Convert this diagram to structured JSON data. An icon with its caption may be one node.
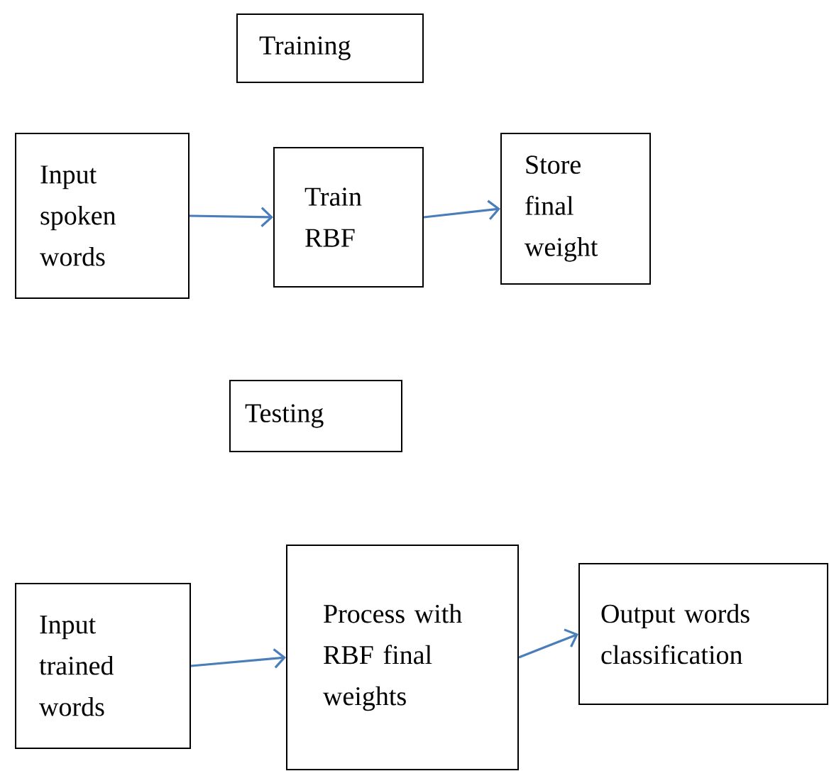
{
  "diagram": {
    "nodes": [
      {
        "text": [
          "Training"
        ]
      },
      {
        "text": [
          "Input spoken words"
        ]
      },
      {
        "text": [
          "Train RBF"
        ]
      },
      {
        "text": [
          "Store final weight"
        ]
      },
      {
        "text": [
          "Testing"
        ]
      },
      {
        "text": [
          "Input trained words"
        ]
      },
      {
        "text": [
          "Process with RBF final weights"
        ]
      },
      {
        "text": [
          "Output words classification"
        ]
      }
    ],
    "edges": [
      {
        "from": 1,
        "to": 2,
        "arrow": "to"
      },
      {
        "from": 2,
        "to": 3,
        "arrow": "to"
      },
      {
        "from": 5,
        "to": 6,
        "arrow": "to"
      },
      {
        "from": 6,
        "to": 7,
        "arrow": "to"
      }
    ]
  }
}
